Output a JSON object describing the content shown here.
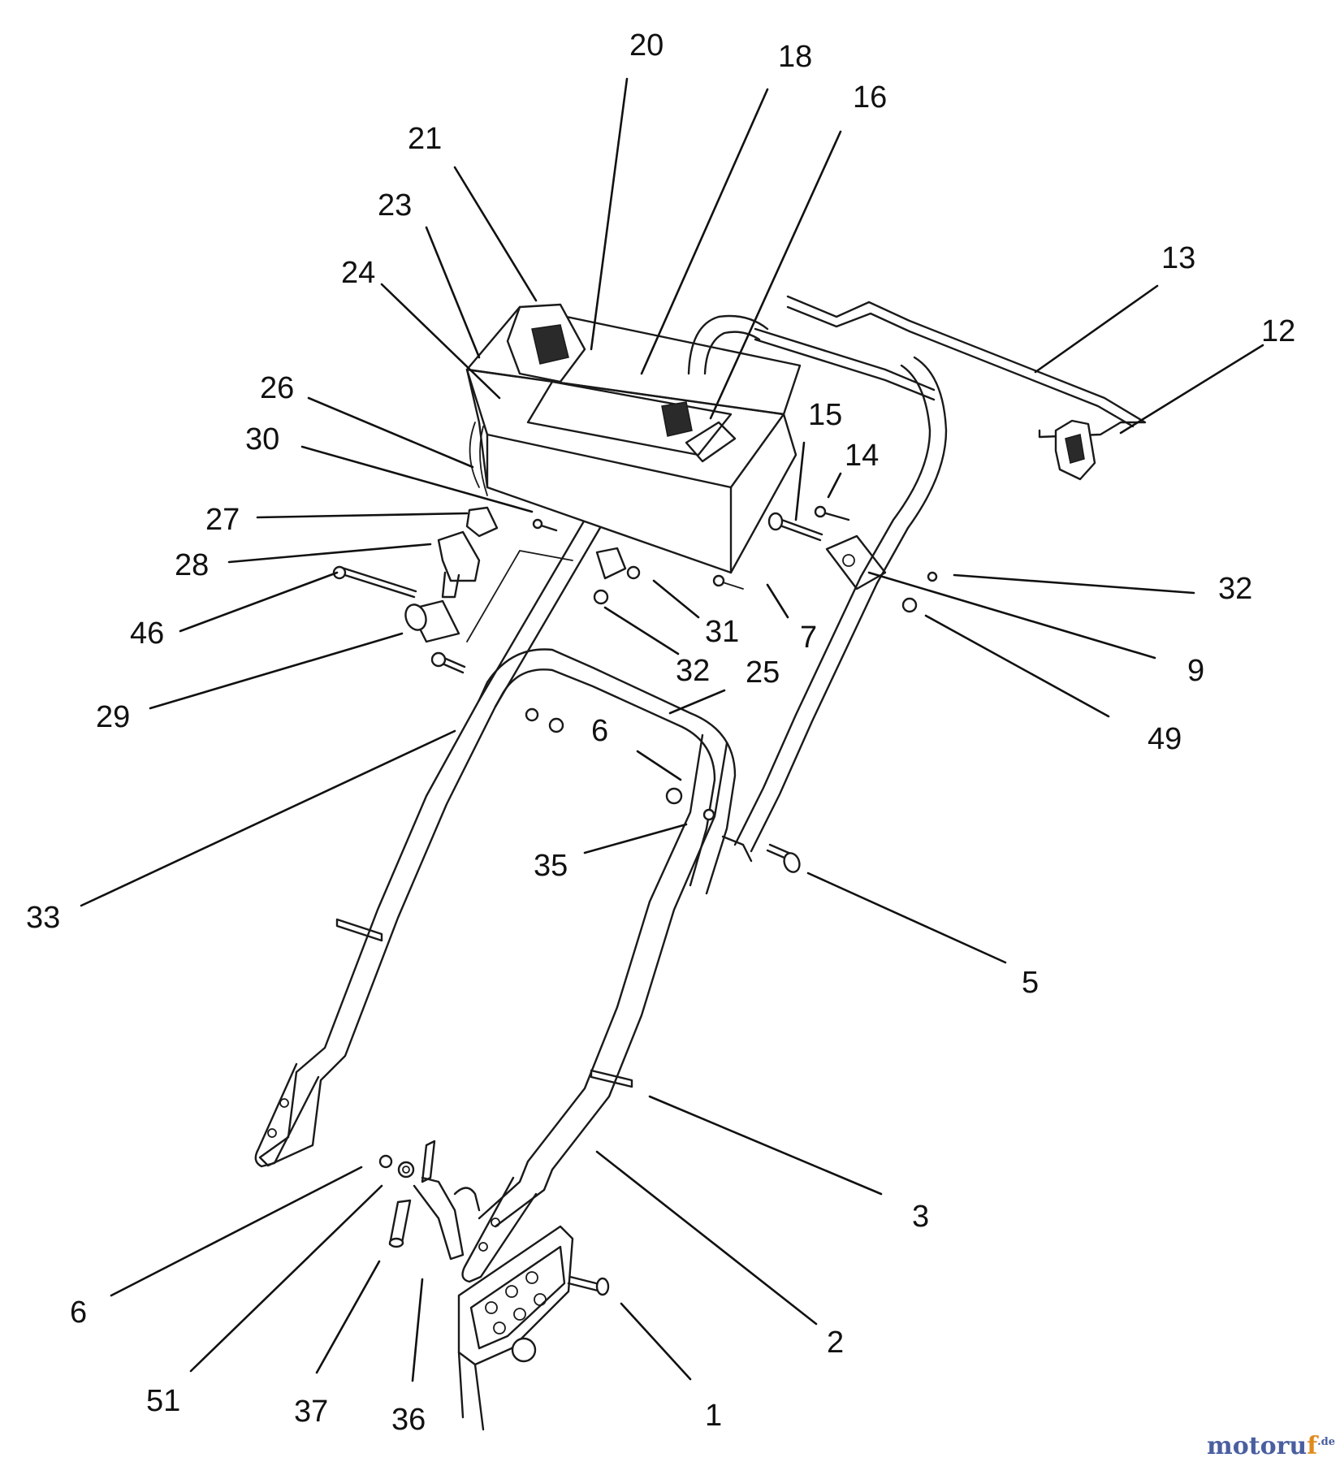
{
  "callouts": [
    {
      "label": "1"
    },
    {
      "label": "2"
    },
    {
      "label": "3"
    },
    {
      "label": "5"
    },
    {
      "label": "6"
    },
    {
      "label": "6"
    },
    {
      "label": "7"
    },
    {
      "label": "9"
    },
    {
      "label": "12"
    },
    {
      "label": "13"
    },
    {
      "label": "14"
    },
    {
      "label": "15"
    },
    {
      "label": "16"
    },
    {
      "label": "18"
    },
    {
      "label": "20"
    },
    {
      "label": "21"
    },
    {
      "label": "23"
    },
    {
      "label": "24"
    },
    {
      "label": "25"
    },
    {
      "label": "26"
    },
    {
      "label": "27"
    },
    {
      "label": "28"
    },
    {
      "label": "29"
    },
    {
      "label": "30"
    },
    {
      "label": "31"
    },
    {
      "label": "32"
    },
    {
      "label": "32"
    },
    {
      "label": "33"
    },
    {
      "label": "35"
    },
    {
      "label": "36"
    },
    {
      "label": "37"
    },
    {
      "label": "46"
    },
    {
      "label": "49"
    },
    {
      "label": "51"
    }
  ],
  "watermark": {
    "main": "motoru",
    "accent": "f",
    "tld": ".de"
  }
}
